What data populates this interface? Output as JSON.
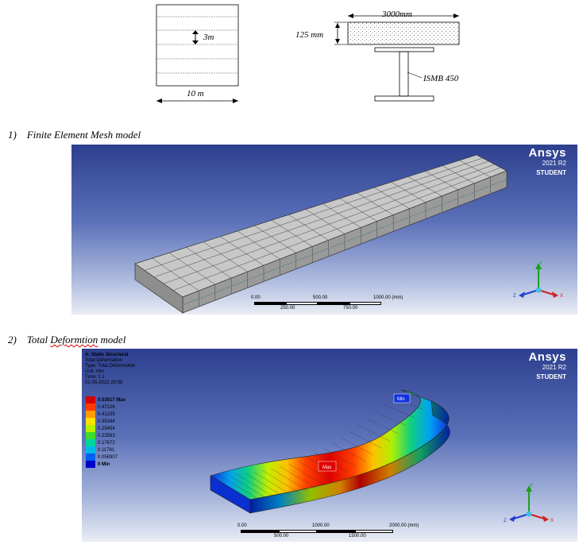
{
  "sketch": {
    "spacing_label": "3m",
    "width_label": "10 m",
    "deck_width_label": "3000mm",
    "slab_thickness_label": "125 mm",
    "beam_label": "ISMB 450"
  },
  "section1": {
    "caption": "1)    Finite Element Mesh model",
    "brand": {
      "name": "Ansys",
      "version": "2021 R2",
      "edition": "STUDENT"
    },
    "scale": {
      "ticks_top": [
        "0.00",
        "500.00",
        "1000.00 (mm)"
      ],
      "ticks_bottom": [
        "250.00",
        "750.00"
      ]
    },
    "triad": {
      "x": "X",
      "y": "Y",
      "z": "Z"
    }
  },
  "section2": {
    "caption_prefix": "2)    Total ",
    "caption_flagged": "Deformtion",
    "caption_suffix": " model",
    "brand": {
      "name": "Ansys",
      "version": "2021 R2",
      "edition": "STUDENT"
    },
    "info": {
      "analysis": "A: Static Structural",
      "result": "Total Deformation",
      "type": "Type: Total Deformation",
      "unit": "Unit: mm",
      "time": "Time: 1 s",
      "date": "01-05-2022 20:05"
    },
    "legend": [
      {
        "label": "0.53017 Max",
        "color": "#d40000"
      },
      {
        "label": "0.47126",
        "color": "#ff3a00"
      },
      {
        "label": "0.41235",
        "color": "#ff9c00"
      },
      {
        "label": "0.35344",
        "color": "#ffe000"
      },
      {
        "label": "0.29454",
        "color": "#b6f000"
      },
      {
        "label": "0.23563",
        "color": "#3cdc2a"
      },
      {
        "label": "0.17672",
        "color": "#00d49a"
      },
      {
        "label": "0.11781",
        "color": "#00b8e8"
      },
      {
        "label": "0.058907",
        "color": "#0060f0"
      },
      {
        "label": "0 Min",
        "color": "#0000c8"
      }
    ],
    "max_tag": "Max",
    "min_tag": "Min",
    "scale": {
      "ticks_top": [
        "0.00",
        "1000.00",
        "2000.00 (mm)"
      ],
      "ticks_bottom": [
        "500.00",
        "1500.00"
      ]
    },
    "triad": {
      "x": "X",
      "y": "Y",
      "z": "Z"
    }
  }
}
